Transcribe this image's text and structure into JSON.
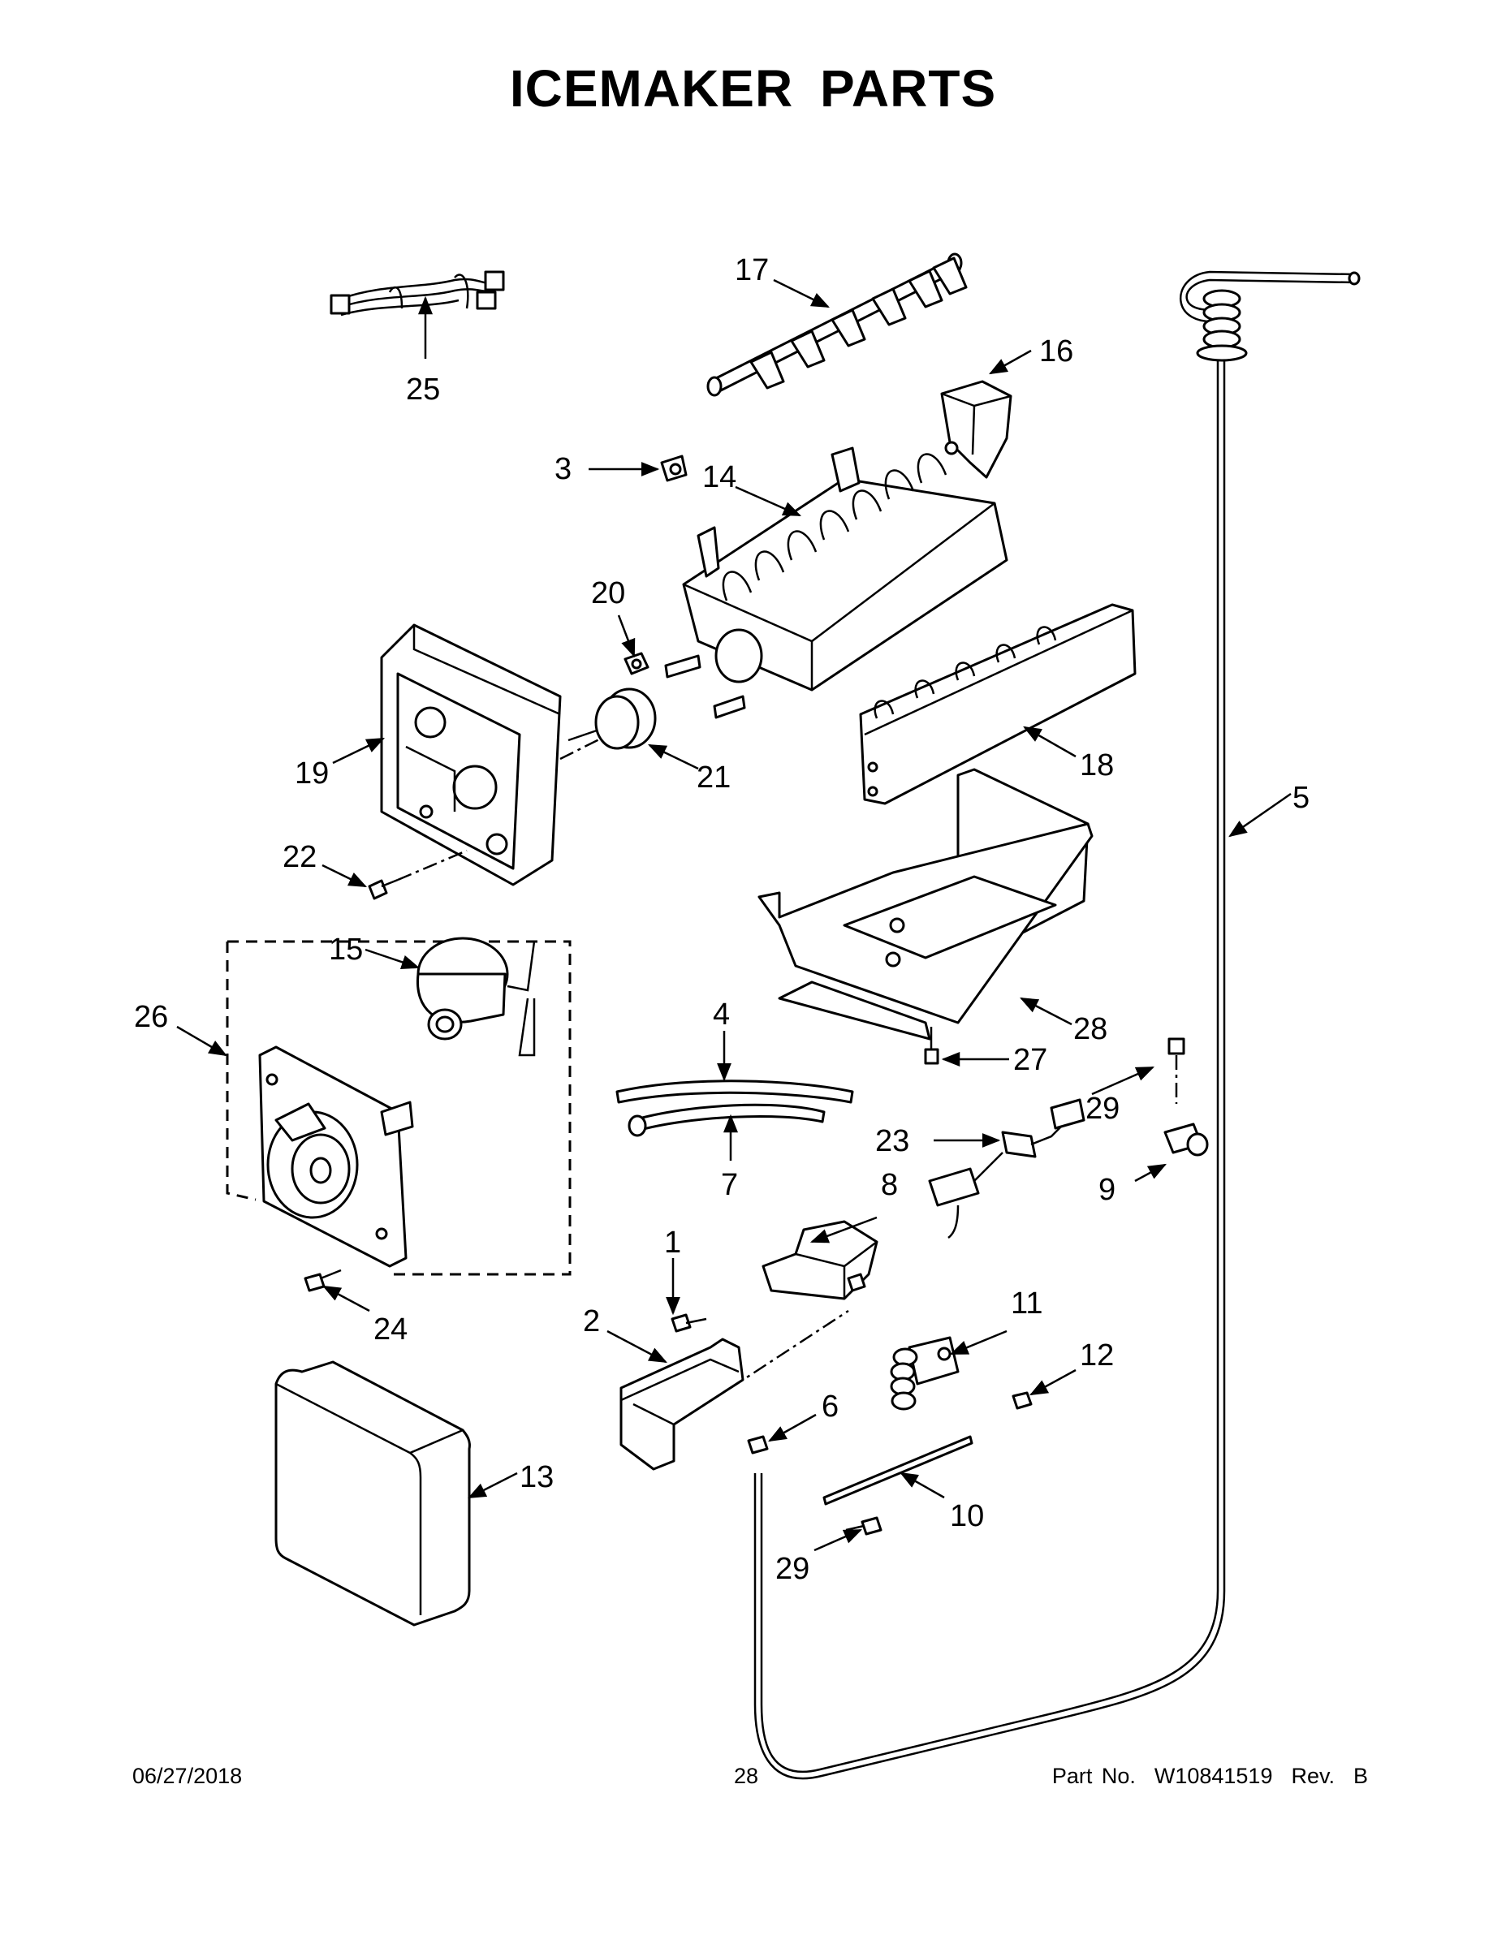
{
  "title": "ICEMAKER PARTS",
  "callouts": {
    "c1": "1",
    "c2": "2",
    "c3": "3",
    "c4": "4",
    "c5": "5",
    "c6": "6",
    "c7": "7",
    "c8": "8",
    "c9": "9",
    "c10": "10",
    "c11": "11",
    "c12": "12",
    "c13": "13",
    "c14": "14",
    "c15": "15",
    "c16": "16",
    "c17": "17",
    "c18": "18",
    "c19": "19",
    "c20": "20",
    "c21": "21",
    "c22": "22",
    "c23": "23",
    "c24": "24",
    "c25": "25",
    "c26": "26",
    "c27": "27",
    "c28": "28",
    "c29a": "29",
    "c29b": "29"
  },
  "footer": {
    "date": "06/27/2018",
    "page": "28",
    "part_no": "Part No.  W10841519  Rev.  B"
  }
}
